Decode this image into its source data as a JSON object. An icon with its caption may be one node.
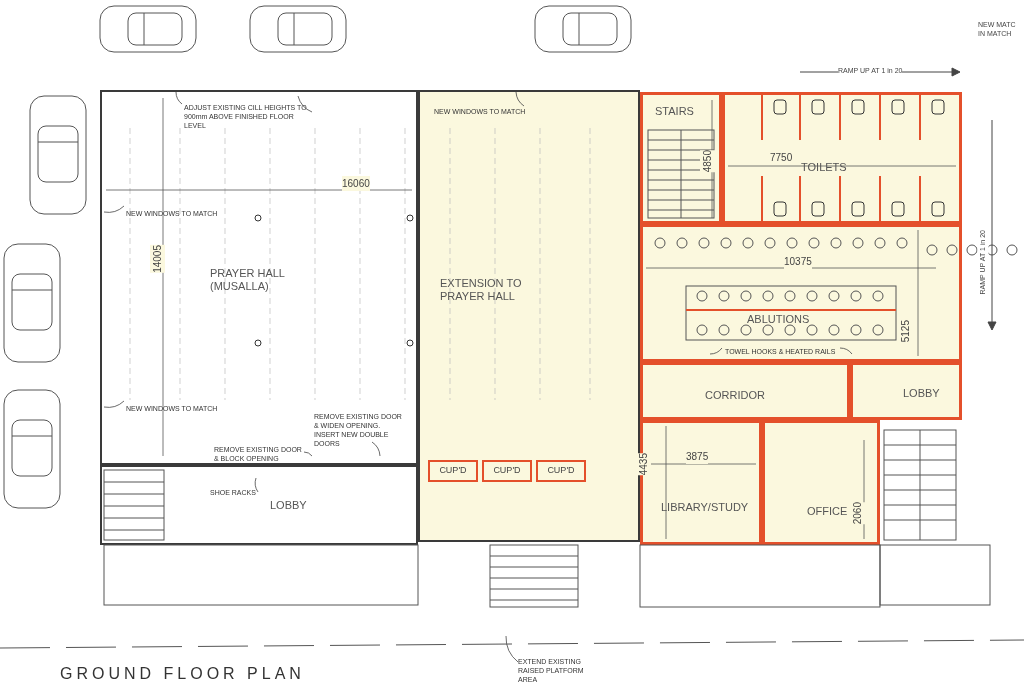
{
  "diagram": {
    "title": "GROUND FLOOR PLAN",
    "nodes": [
      {
        "text": [
          "PRAYER HALL (MUSALLA)"
        ]
      },
      {
        "text": [
          "EXTENSION TO PRAYER HALL"
        ]
      },
      {
        "text": [
          "STAIRS"
        ]
      },
      {
        "text": [
          "TOILETS"
        ]
      },
      {
        "text": [
          "ABLUTIONS"
        ]
      },
      {
        "text": [
          "CORRIDOR"
        ]
      },
      {
        "text": [
          "LOBBY"
        ]
      },
      {
        "text": [
          "LIBRARY/STUDY"
        ]
      },
      {
        "text": [
          "OFFICE"
        ]
      },
      {
        "text": [
          "LOBBY"
        ]
      },
      {
        "text": [
          "CUP'D"
        ],
        "in": 1
      },
      {
        "text": [
          "CUP'D"
        ],
        "in": 1
      },
      {
        "text": [
          "CUP'D"
        ],
        "in": 1
      },
      {
        "text": [
          "ADJUST EXISTING CILL HEIGHTS TO 900mm ABOVE FINISHED FLOOR LEVEL"
        ],
        "in": 0
      },
      {
        "text": [
          "NEW WINDOWS TO MATCH"
        ],
        "in": 1
      },
      {
        "text": [
          "NEW WINDOWS TO MATCH"
        ],
        "in": 0
      },
      {
        "text": [
          "NEW WINDOWS TO MATCH"
        ],
        "in": 0
      },
      {
        "text": [
          "REMOVE EXISTING DOOR & WIDEN OPENING. INSERT NEW DOUBLE DOORS"
        ],
        "in": 0
      },
      {
        "text": [
          "REMOVE EXISTING DOOR & BLOCK OPENING"
        ],
        "in": 0
      },
      {
        "text": [
          "SHOE RACKS"
        ],
        "in": 9
      },
      {
        "text": [
          "TOWEL HOOKS & HEATED RAILS"
        ],
        "in": 4
      },
      {
        "text": [
          "EXTEND EXISTING RAISED PLATFORM AREA"
        ]
      }
    ],
    "edges": [
      {
        "from": 13,
        "to": null,
        "arrow": "none"
      },
      {
        "from": 13,
        "to": null,
        "arrow": "none"
      },
      {
        "from": 14,
        "to": null,
        "arrow": "none"
      },
      {
        "from": 15,
        "to": null,
        "arrow": "none"
      },
      {
        "from": 16,
        "to": null,
        "arrow": "none"
      },
      {
        "from": 17,
        "to": null,
        "arrow": "none"
      },
      {
        "from": 18,
        "to": null,
        "arrow": "none"
      },
      {
        "from": 19,
        "to": null,
        "arrow": "none"
      },
      {
        "from": 20,
        "to": null,
        "arrow": "none"
      },
      {
        "from": 20,
        "to": null,
        "arrow": "none"
      },
      {
        "from": 21,
        "to": null,
        "arrow": "none"
      }
    ],
    "labels": [
      "NEW MATC",
      "IN MATCH",
      "RAMP UP AT 1 in 20",
      "16060",
      "7750",
      "4850",
      "RAMP UP AT 1 in 20",
      "14005",
      "10375",
      "5125",
      "3875",
      "4435",
      "2060"
    ]
  }
}
